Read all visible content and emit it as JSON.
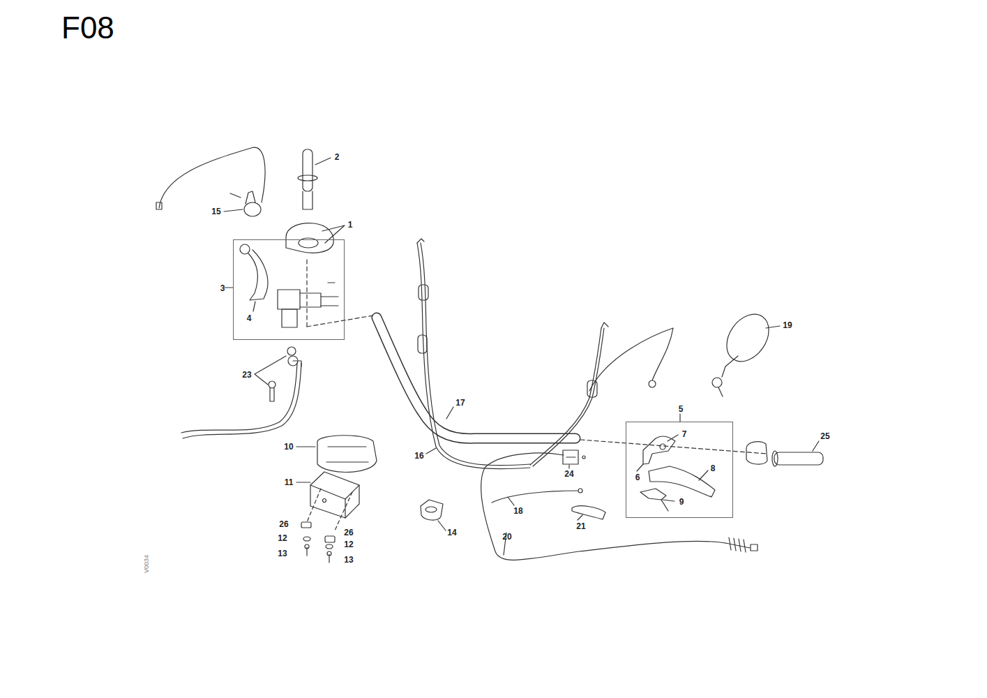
{
  "diagram": {
    "nodes": [
      {
        "text": [
          "3",
          "4"
        ]
      },
      {
        "text": [
          "5",
          "7",
          "6",
          "8",
          "9"
        ]
      }
    ],
    "labels": [
      "F08",
      "2",
      "1",
      "15",
      "23",
      "10",
      "11",
      "26",
      "12",
      "13",
      "26",
      "12",
      "13",
      "17",
      "16",
      "24",
      "14",
      "18",
      "21",
      "20",
      "19",
      "25",
      "V0034"
    ]
  }
}
